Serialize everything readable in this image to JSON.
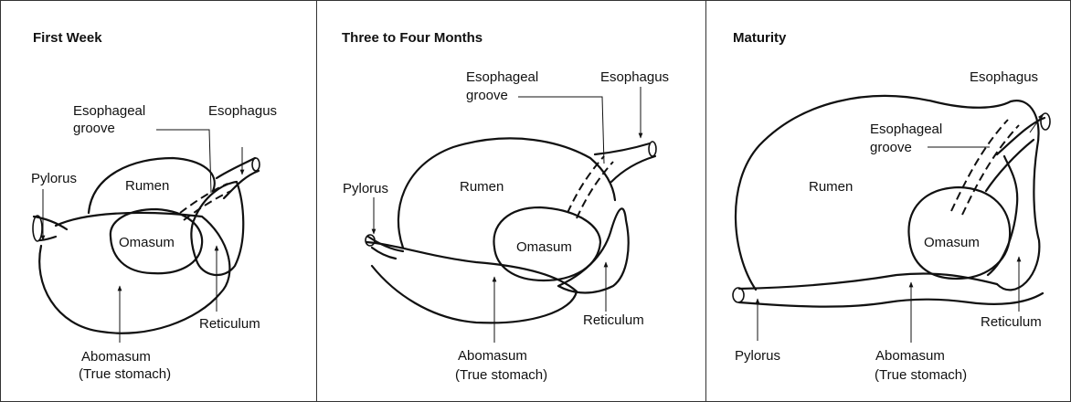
{
  "panels": [
    {
      "title": "First Week",
      "labels": {
        "esophageal_groove_1": "Esophageal",
        "esophageal_groove_2": "groove",
        "esophagus": "Esophagus",
        "pylorus": "Pylorus",
        "rumen": "Rumen",
        "omasum": "Omasum",
        "reticulum": "Reticulum",
        "abomasum_1": "Abomasum",
        "abomasum_2": "(True stomach)"
      }
    },
    {
      "title": "Three to Four Months",
      "labels": {
        "esophageal_groove_1": "Esophageal",
        "esophageal_groove_2": "groove",
        "esophagus": "Esophagus",
        "pylorus": "Pylorus",
        "rumen": "Rumen",
        "omasum": "Omasum",
        "reticulum": "Reticulum",
        "abomasum_1": "Abomasum",
        "abomasum_2": "(True stomach)"
      }
    },
    {
      "title": "Maturity",
      "labels": {
        "esophageal_groove_1": "Esophageal",
        "esophageal_groove_2": "groove",
        "esophagus": "Esophagus",
        "pylorus": "Pylorus",
        "rumen": "Rumen",
        "omasum": "Omasum",
        "reticulum": "Reticulum",
        "abomasum_1": "Abomasum",
        "abomasum_2": "(True stomach)"
      }
    }
  ]
}
